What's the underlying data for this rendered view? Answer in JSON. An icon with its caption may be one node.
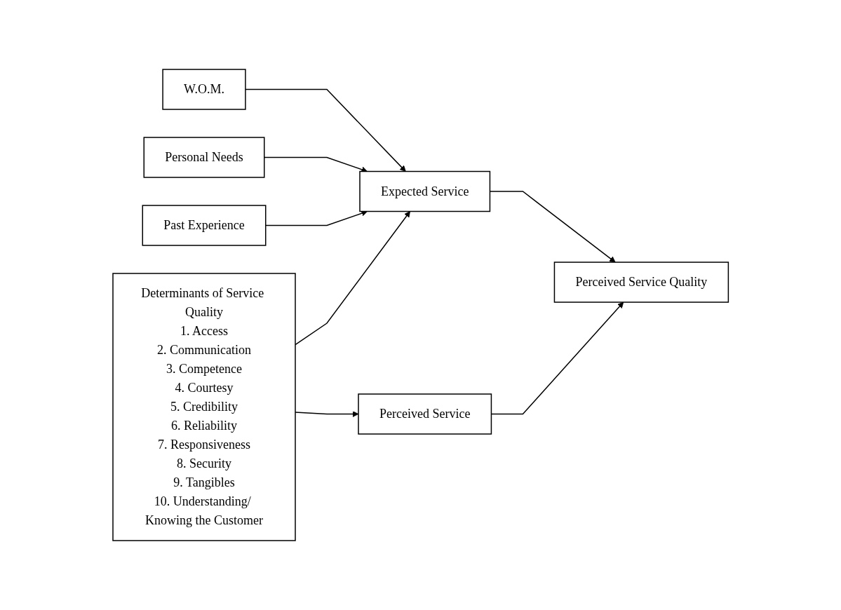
{
  "diagram": {
    "nodes": [
      {
        "text": [
          "Determinants of Service Quality",
          "1. Access",
          "2. Communication",
          "3. Competence",
          "4. Courtesy",
          "5. Credibility",
          "6. Reliability",
          "7. Responsiveness",
          "8. Security",
          "9. Tangibles",
          "10. Understanding/ Knowing the Customer"
        ]
      },
      {
        "text": [
          "W.O.M."
        ]
      },
      {
        "text": [
          "Personal Needs"
        ]
      },
      {
        "text": [
          "Past Experience"
        ]
      },
      {
        "text": [
          "Expected Service"
        ]
      },
      {
        "text": [
          "Perceived Service"
        ]
      },
      {
        "text": [
          "Perceived Service Quality"
        ]
      }
    ],
    "edges": [
      {
        "from": 1,
        "to": 4,
        "arrow": "to"
      },
      {
        "from": 2,
        "to": 4,
        "arrow": "to"
      },
      {
        "from": 3,
        "to": 4,
        "arrow": "to"
      },
      {
        "from": 0,
        "to": 4,
        "arrow": "to"
      },
      {
        "from": 0,
        "to": 5,
        "arrow": "to"
      },
      {
        "from": 4,
        "to": 6,
        "arrow": "to"
      },
      {
        "from": 5,
        "to": 6,
        "arrow": "to"
      }
    ]
  }
}
